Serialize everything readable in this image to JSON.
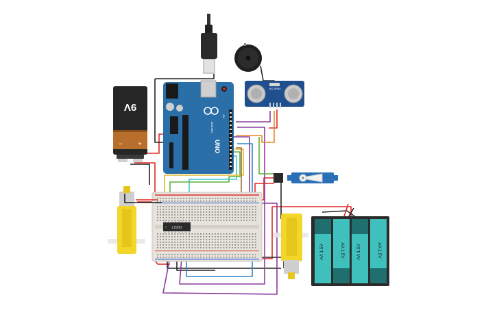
{
  "battery_9v": {
    "label": "9V",
    "minus": "−",
    "plus": "+"
  },
  "arduino": {
    "model": "UNO",
    "brand": "ARDUINO",
    "on": "ON"
  },
  "ultrasonic": {
    "label": "HC-SR04"
  },
  "driver_ic": {
    "label": "L293D"
  },
  "aa_pack": {
    "cell_label": "AA 1.5V",
    "cells": [
      "AA 1.5V",
      "AA 1.5V",
      "AA 1.5V",
      "AA 1.5V"
    ]
  },
  "colors": {
    "arduino": "#2a6fa8",
    "breadboard": "#e6e3dc",
    "motor": "#f2d72a",
    "sensor": "#1f4f8f",
    "battery_cell": "#3fc0bd",
    "battery_case": "#2b2b2b",
    "wire_red": "#e02727",
    "wire_black": "#222222",
    "wire_purple": "#8b3a9e",
    "wire_blue": "#2f86c9",
    "wire_green": "#5cb03c",
    "wire_yellow": "#e0b82a",
    "wire_orange": "#e88a2a",
    "wire_cyan": "#3cc5d0",
    "wire_brown": "#9b6a3c"
  }
}
